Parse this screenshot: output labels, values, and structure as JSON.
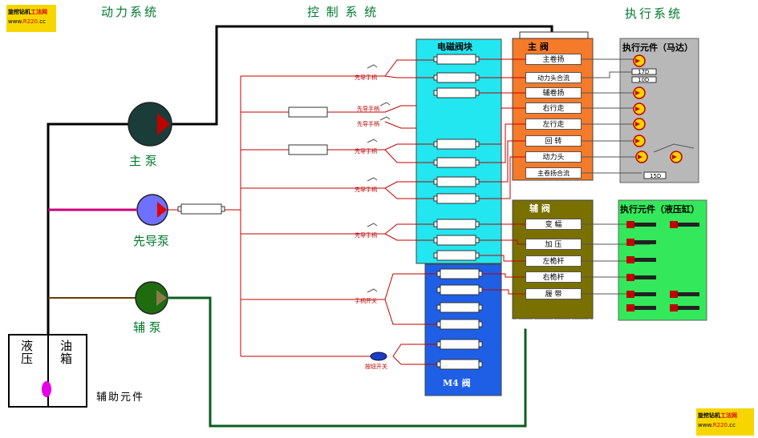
{
  "logos": [
    {
      "name": "旋挖钻机",
      "highlight": "工法网",
      "url_prefix": "www.",
      "url_highlight": "R220",
      "url_suffix": ".cc"
    },
    {
      "name": "旋挖钻机",
      "highlight": "工法网",
      "url_prefix": "www.",
      "url_highlight": "R220",
      "url_suffix": ".cc"
    }
  ],
  "sections": {
    "power": "动力系统",
    "control": "控    制    系    统",
    "execute": "执行系统"
  },
  "pumps": {
    "main": "主  泵",
    "pilot": "先导泵",
    "aux": "辅  泵"
  },
  "tank": {
    "left": "液压",
    "right": "油箱"
  },
  "aux_components": "辅助元件",
  "blocks": {
    "solenoid": "电磁阀块",
    "main_valve": "主    阀",
    "aux_valve": "辅    阀",
    "m4": "M4  阀",
    "motor": "执行元件（马达）",
    "cylinder": "执行元件（液压缸）"
  },
  "main_valve_items": [
    "主卷扬",
    "动力头合流",
    "辅卷扬",
    "右行走",
    "左行走",
    "回    转",
    "动力头",
    "主卷扬合流"
  ],
  "aux_valve_items": [
    "变    幅",
    "加    压",
    "左桅杆",
    "右桅杆",
    "履    带"
  ],
  "controls": {
    "pilot_handle": "先导手柄",
    "handle_switch": "手柄开关",
    "button_switch": "按钮开关"
  },
  "motor_labels": {
    "l1": "17D",
    "l2": "10D",
    "l3": "15D"
  },
  "colors": {
    "solenoid": "#22e6f0",
    "main_valve": "#f57a2a",
    "aux_valve": "#7a7000",
    "m4": "#1e5fe6",
    "motor_panel": "#b8b8b8",
    "cylinder_panel": "#33e85a",
    "pilot_line": "#c8007a",
    "signal_line": "#c00000",
    "aux_line": "#0b5e1e",
    "tank_oil": "#e600e6"
  }
}
